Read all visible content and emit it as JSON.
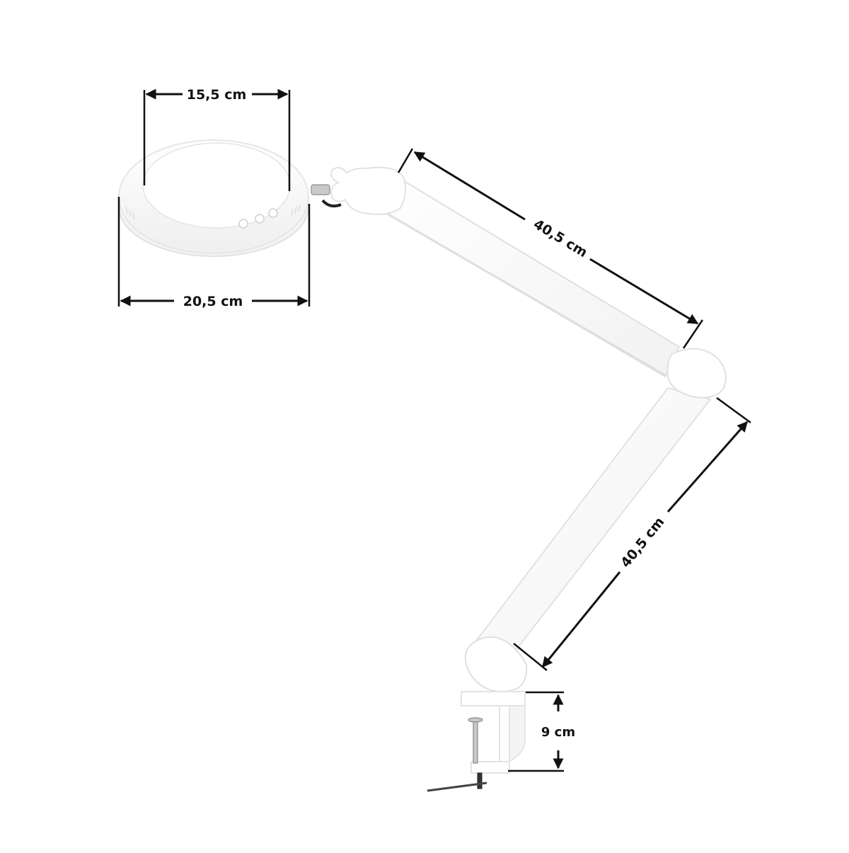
{
  "product": "Magnifier lamp with clamp mount",
  "colors": {
    "background": "#ffffff",
    "dimension_line": "#111111",
    "lamp_body": "#ffffff",
    "lamp_edge": "#e3e3e3"
  },
  "dimensions": {
    "lens_diameter": {
      "label": "15,5 cm"
    },
    "head_diameter": {
      "label": "20,5 cm"
    },
    "upper_arm_length": {
      "label": "40,5 cm"
    },
    "lower_arm_length": {
      "label": "40,5 cm"
    },
    "clamp_opening": {
      "label": "9 cm"
    }
  },
  "head_controls": {
    "buttons": [
      "power-icon",
      "brightness-icon",
      "mode-icon"
    ]
  }
}
